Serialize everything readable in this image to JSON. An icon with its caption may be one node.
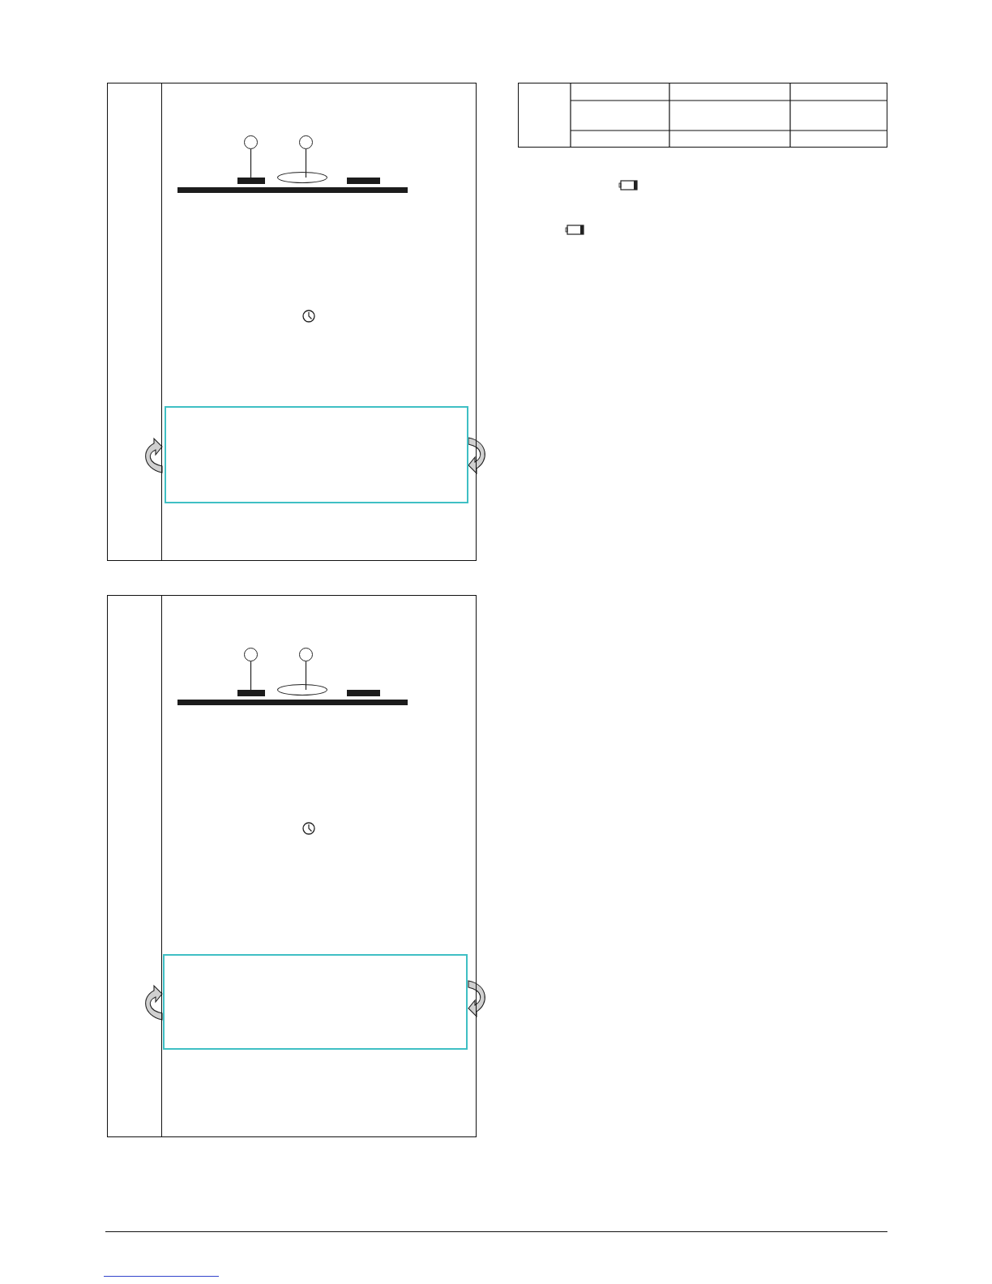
{
  "diagram": {
    "nodes": [
      {
        "text": [],
        "shape": "circle"
      },
      {
        "text": [],
        "shape": "circle"
      },
      {
        "text": [],
        "shape": "bar"
      },
      {
        "text": [],
        "shape": "ellipse"
      },
      {
        "text": [],
        "shape": "circle"
      },
      {
        "text": [],
        "shape": "circle"
      },
      {
        "text": [],
        "shape": "bar"
      },
      {
        "text": [],
        "shape": "ellipse"
      }
    ],
    "edges": [
      {
        "from": 0,
        "to": 2,
        "arrow": "none"
      },
      {
        "from": 1,
        "to": 3,
        "arrow": "none"
      },
      {
        "from": 4,
        "to": 6,
        "arrow": "none"
      },
      {
        "from": 5,
        "to": 7,
        "arrow": "none"
      }
    ]
  }
}
